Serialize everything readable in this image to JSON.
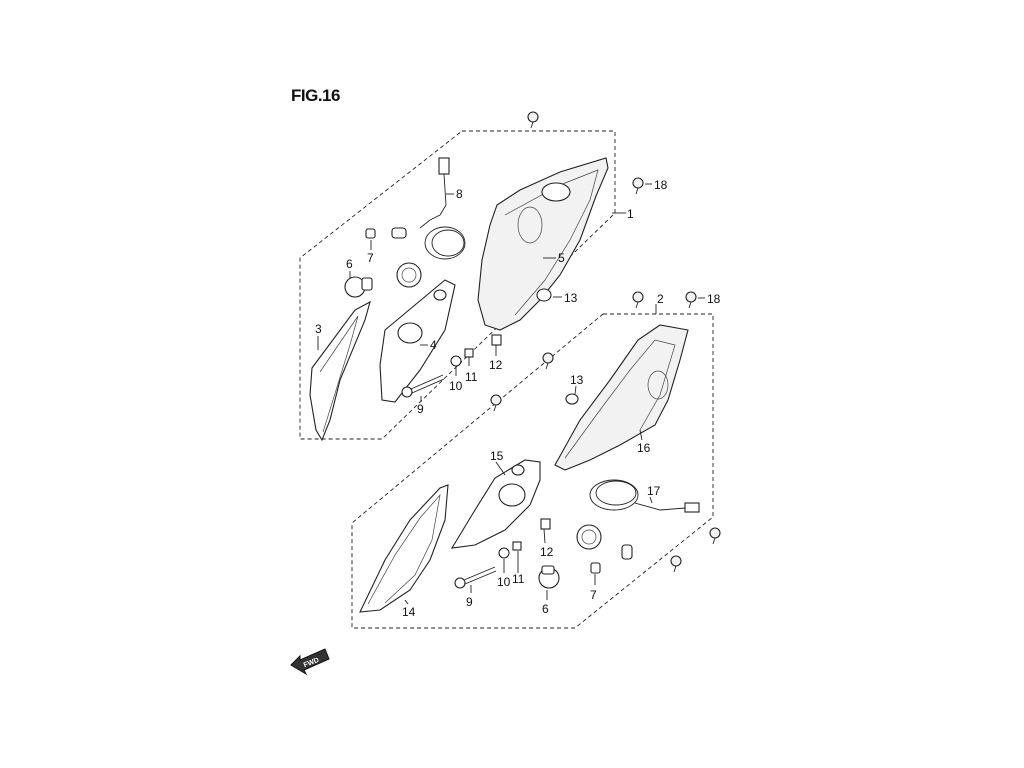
{
  "figure": {
    "title": "FIG.16"
  },
  "callouts": {
    "c1": "1",
    "c2": "2",
    "c3": "3",
    "c4": "4",
    "c5": "5",
    "c6a": "6",
    "c6b": "6",
    "c7a": "7",
    "c7b": "7",
    "c8": "8",
    "c9a": "9",
    "c9b": "9",
    "c10a": "10",
    "c10b": "10",
    "c11a": "11",
    "c11b": "11",
    "c12a": "12",
    "c12b": "12",
    "c13a": "13",
    "c13b": "13",
    "c14": "14",
    "c15": "15",
    "c16": "16",
    "c17": "17",
    "c18a": "18",
    "c18b": "18"
  },
  "direction_badge": {
    "label": "FWD"
  }
}
